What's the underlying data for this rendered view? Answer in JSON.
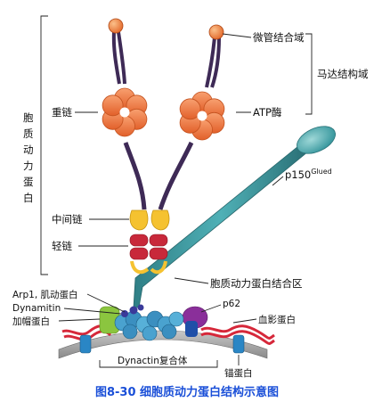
{
  "labels": {
    "microtubule_binding_domain": "微管结合域",
    "motor_domain": "马达结构域",
    "heavy_chain": "重链",
    "atpase": "ATP酶",
    "dynein_vertical": [
      "胞",
      "质",
      "动",
      "力",
      "蛋",
      "白"
    ],
    "p150_base": "p150",
    "p150_sup": "Glued",
    "intermediate_chain": "中间链",
    "light_chain": "轻链",
    "dynein_binding_region": "胞质动力蛋白结合区",
    "arp1": "Arp1, 肌动蛋白",
    "dynamitin": "Dynamitin",
    "capping_protein": "加帽蛋白",
    "p62": "p62",
    "spectrin": "血影蛋白",
    "dynactin_complex": "Dynactin复合体",
    "ankyrin": "锚蛋白"
  },
  "caption": "图8-30 细胞质动力蛋白结构示意图",
  "colors": {
    "motor_orange": "#f07a3c",
    "stalk_purple": "#3e2a56",
    "chain_yellow": "#f5c230",
    "chain_red": "#c8283a",
    "p150_teal": "#3a9aa0",
    "dynactin_blue": "#4aa2cf",
    "spectrin_red": "#d6283a",
    "membrane_gray": "#9a9a9a",
    "caption_blue": "#1a4fd8"
  }
}
